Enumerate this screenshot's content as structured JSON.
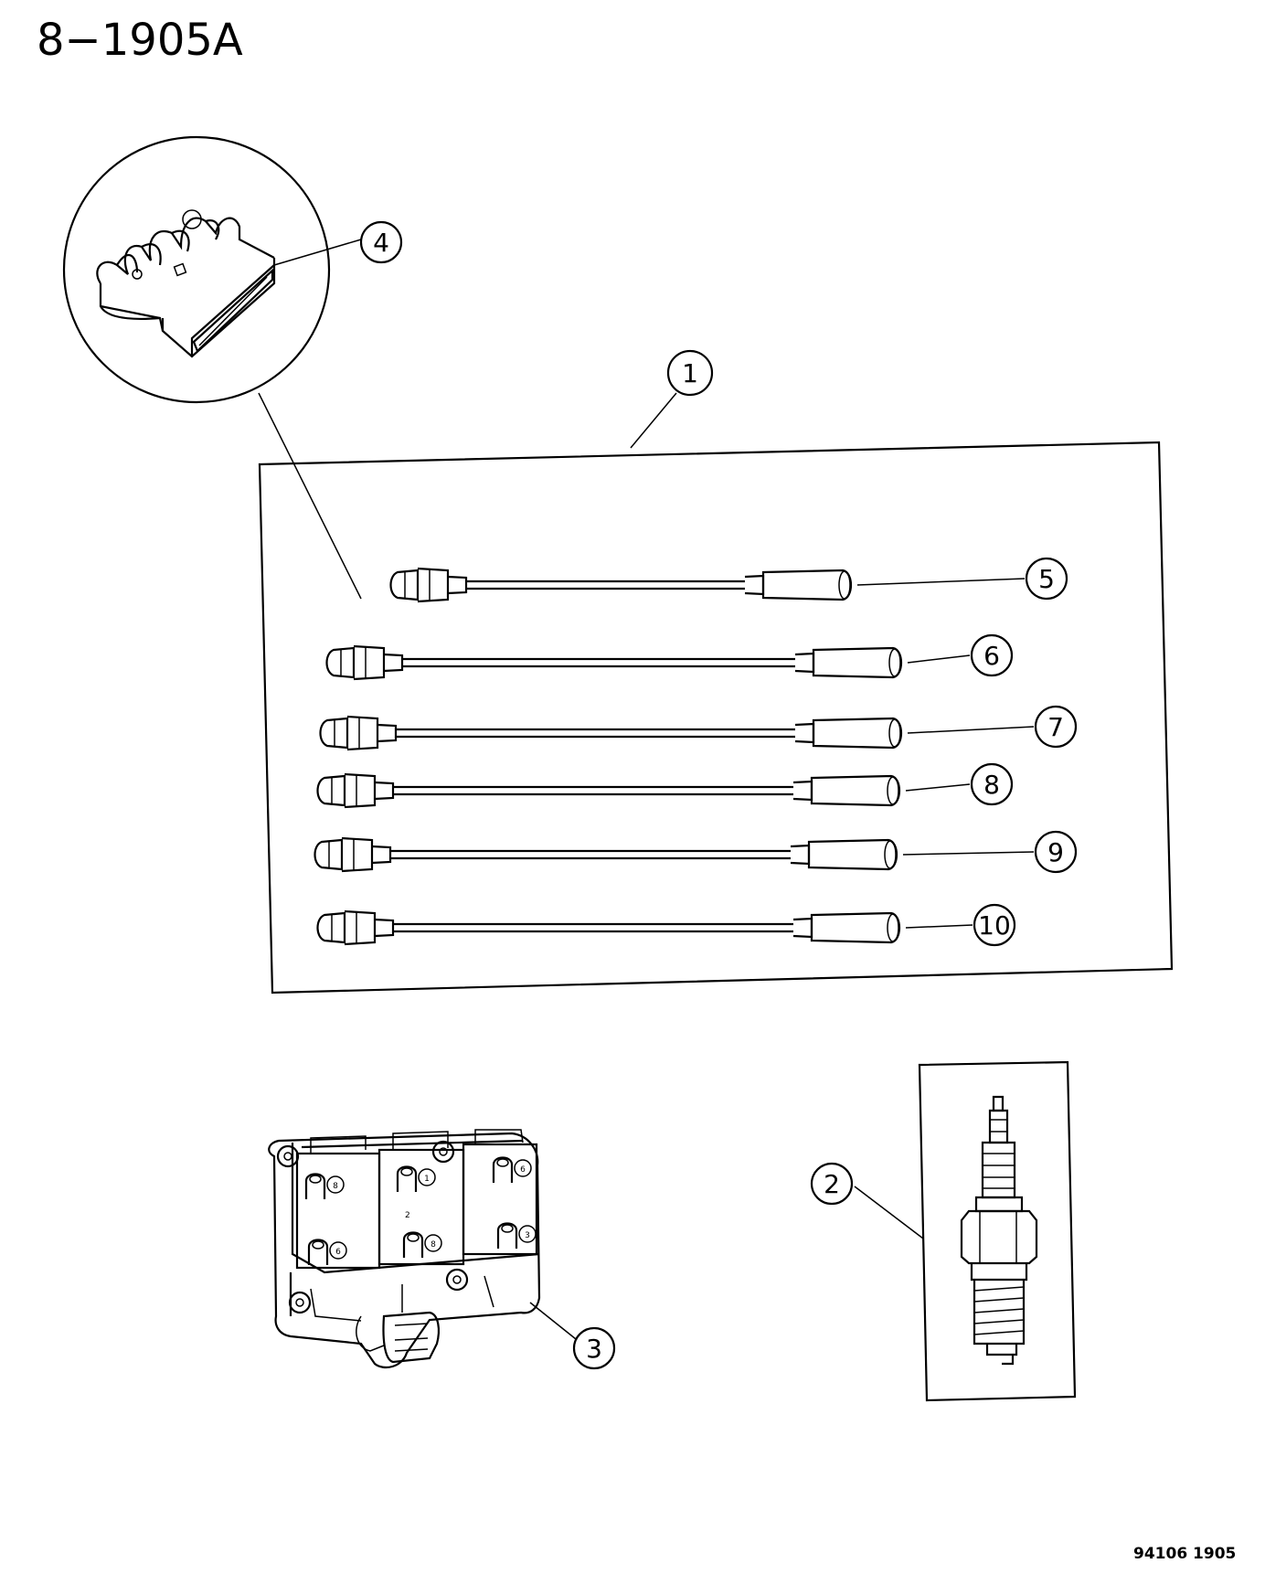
{
  "diagram": {
    "title": "8−1905A",
    "footer": "94106 1905"
  },
  "callouts": [
    {
      "id": "1",
      "label": "1"
    },
    {
      "id": "2",
      "label": "2"
    },
    {
      "id": "3",
      "label": "3"
    },
    {
      "id": "4",
      "label": "4"
    },
    {
      "id": "5",
      "label": "5"
    },
    {
      "id": "6",
      "label": "6"
    },
    {
      "id": "7",
      "label": "7"
    },
    {
      "id": "8",
      "label": "8"
    },
    {
      "id": "9",
      "label": "9"
    },
    {
      "id": "10",
      "label": "10"
    }
  ],
  "coil_terminals": [
    "8",
    "1",
    "6",
    "6",
    "8",
    "3"
  ],
  "coil_pack_number": "2",
  "colors": {
    "ink": "#000000",
    "paper": "#ffffff"
  }
}
